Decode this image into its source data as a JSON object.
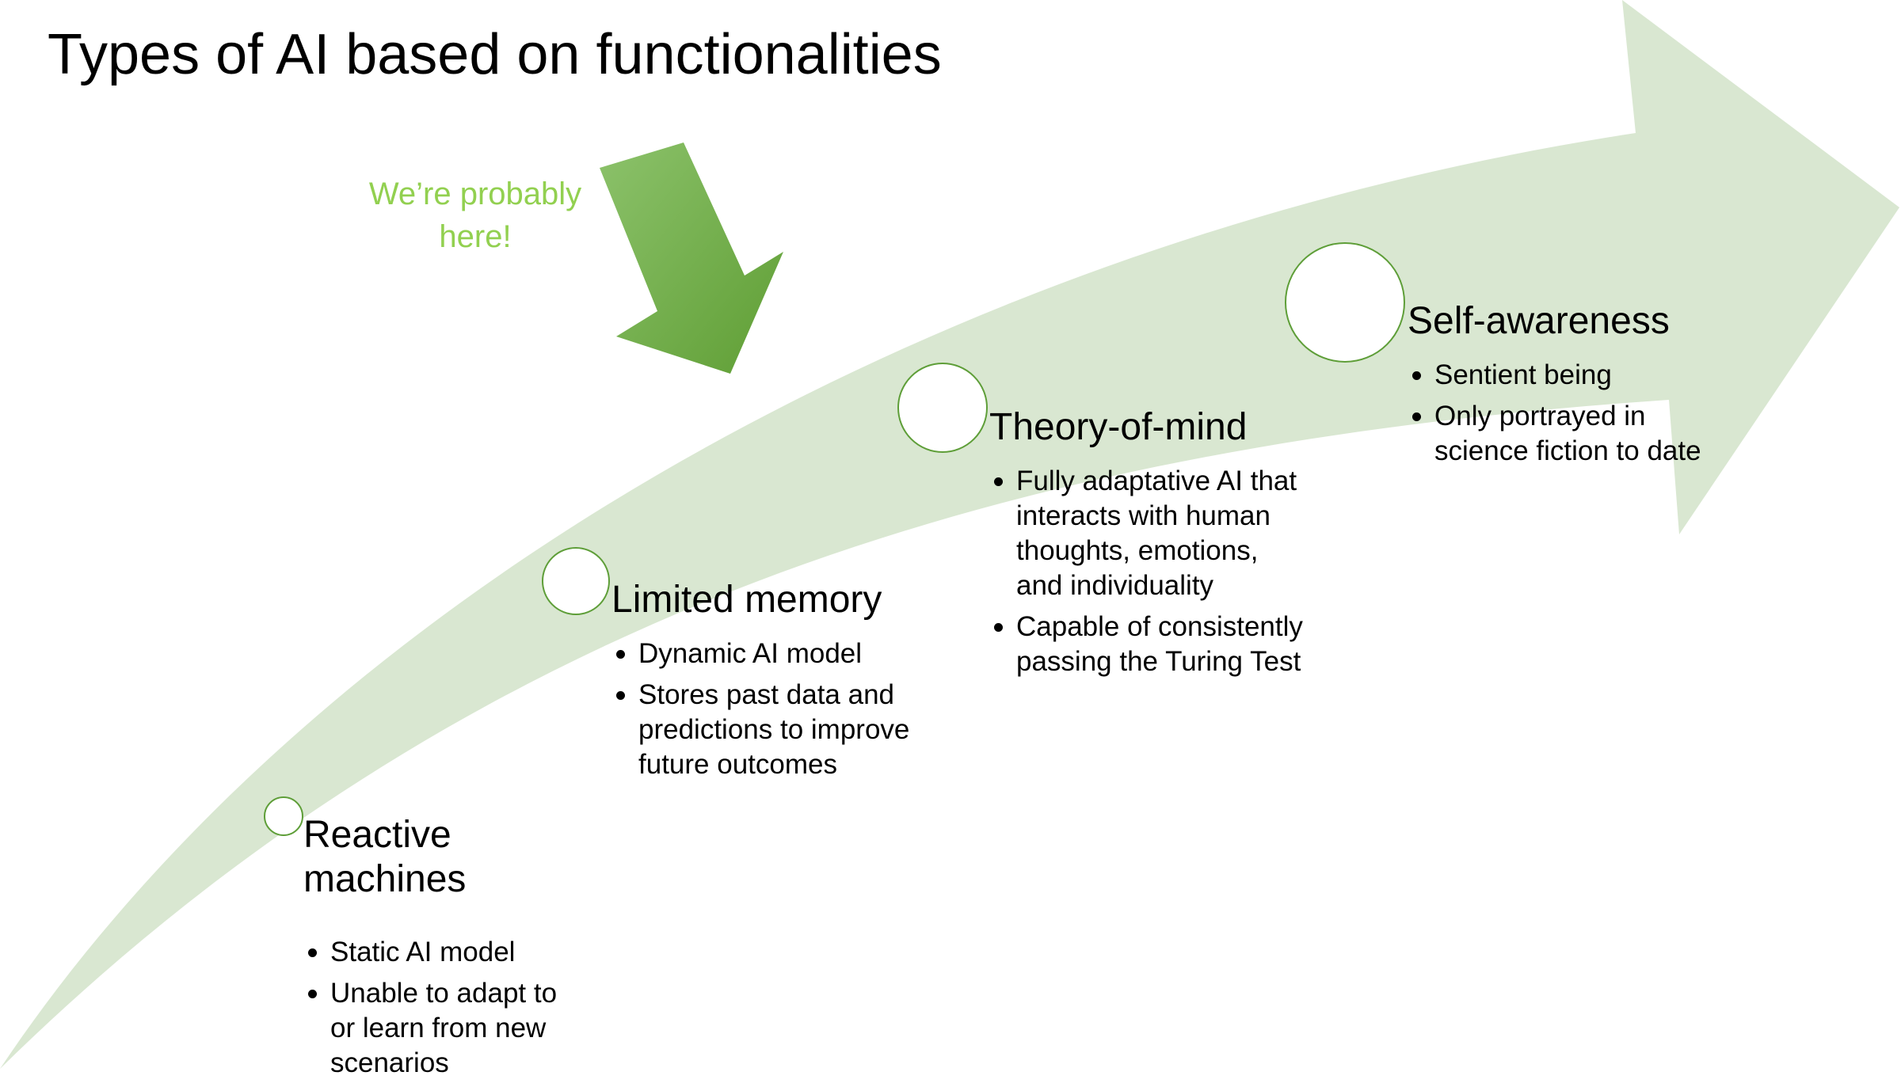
{
  "title": "Types of AI based on functionalities",
  "callout": {
    "line1": "We’re probably",
    "line2": "here!"
  },
  "colors": {
    "big_arrow_fill": "#d9e7d1",
    "circle_stroke": "#5e9e38",
    "callout_text": "#92d050",
    "pointer_arrow_light": "#8cc26b",
    "pointer_arrow_dark": "#5f9e34"
  },
  "icons": {
    "big_arrow": "curved-progress-arrow",
    "pointer": "down-right-pointer-arrow",
    "milestone": "circle-marker"
  },
  "stages": [
    {
      "title_line1": "Reactive",
      "title_line2": "machines",
      "bullets": [
        "Static AI model",
        "Unable to adapt to or learn from new scenarios"
      ]
    },
    {
      "title": "Limited memory",
      "bullets": [
        "Dynamic AI model",
        "Stores past data and predictions to improve future outcomes"
      ]
    },
    {
      "title": "Theory-of-mind",
      "bullets": [
        "Fully adaptative AI that interacts with human thoughts, emotions, and individuality",
        "Capable of consistently passing the Turing Test"
      ]
    },
    {
      "title": "Self-awareness",
      "bullets": [
        "Sentient being",
        "Only portrayed in science fiction to date"
      ]
    }
  ]
}
